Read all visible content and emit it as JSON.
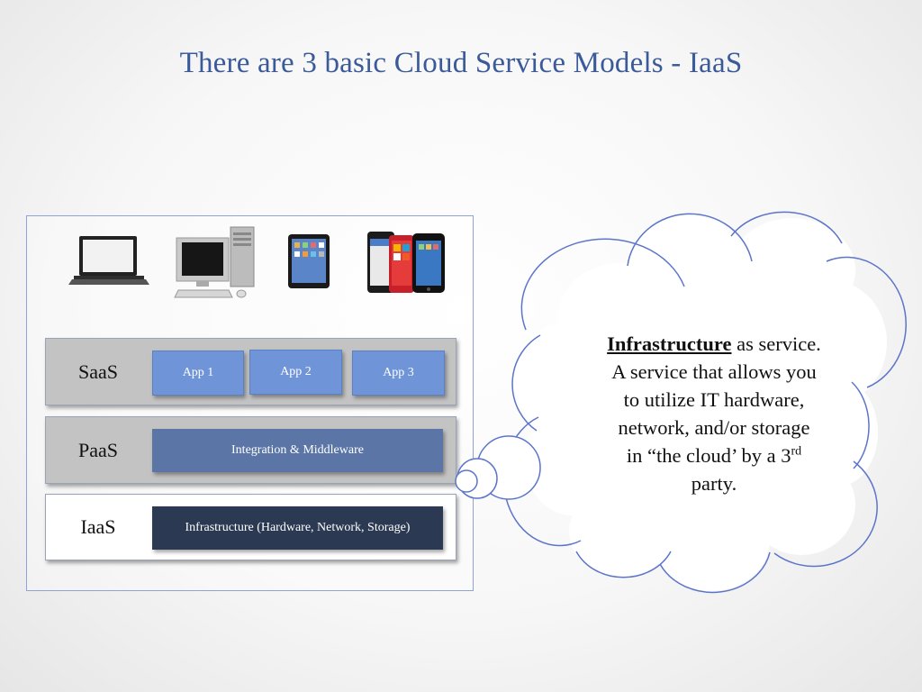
{
  "slide": {
    "title": "There are 3 basic Cloud Service Models - IaaS"
  },
  "layers": {
    "saas": {
      "label": "SaaS",
      "apps": [
        "App 1",
        "App 2",
        "App 3"
      ]
    },
    "paas": {
      "label": "PaaS",
      "box": "Integration & Middleware"
    },
    "iaas": {
      "label": "IaaS",
      "box": "Infrastructure (Hardware, Network, Storage)"
    }
  },
  "devices": [
    "laptop-icon",
    "desktop-computer-icon",
    "tablet-icon",
    "smartphones-icon"
  ],
  "cloud": {
    "term": "Infrastructure",
    "line1_rest": " as service.",
    "line2": "A service that allows you",
    "line3": "to utilize IT hardware,",
    "line4": "network, and/or storage",
    "line5_pre": "in “the cloud’ by a 3",
    "line5_sup": "rd",
    "line6": "party."
  },
  "colors": {
    "title": "#3b5a9a",
    "saas_layer": "#c3c3c3",
    "paas_layer": "#c3c3c3",
    "iaas_layer": "#ffffff",
    "app_box": "#6f95d8",
    "paas_box": "#5b76a6",
    "iaas_box": "#2b3a52",
    "cloud_outline": "#5c75c9"
  }
}
